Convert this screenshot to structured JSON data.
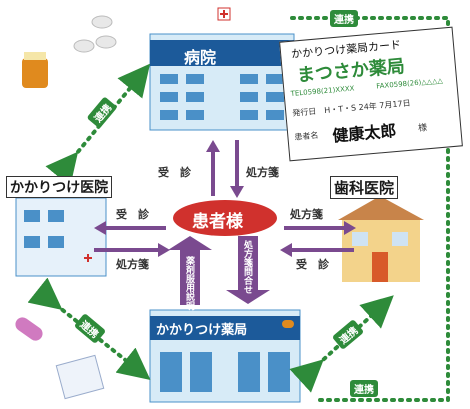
{
  "nodes": {
    "hospital": "病院",
    "family_clinic": "かかりつけ医院",
    "dental_clinic": "歯科医院",
    "patient": "患者様",
    "pharmacy": "かかりつけ薬局"
  },
  "edges": {
    "consult": "受　診",
    "prescription": "処方箋",
    "medicine_advice": "薬剤服用説明",
    "prescription_inquiry": "処方箋問合せ",
    "liaison": "連携"
  },
  "card": {
    "title": "かかりつけ薬局カード",
    "name": "まつさか薬局",
    "tel": "TEL0598(21)XXXX",
    "fax": "FAX0598(26)△△△△",
    "issued": "発行日　H・T・S 24年 7月17日",
    "patient_label": "患者名",
    "patient_name": "健康太郎",
    "honorific": "様"
  },
  "colors": {
    "arrow_purple": "#7a4a8f",
    "patient_red": "#d0312d",
    "liaison_green": "#2e8b3a",
    "building_blue": "#4a90c8"
  }
}
